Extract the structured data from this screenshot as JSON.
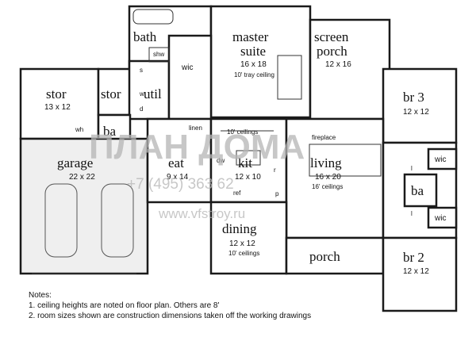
{
  "rooms": {
    "bath": {
      "name": "bath"
    },
    "master": {
      "name1": "master",
      "name2": "suite",
      "size": "16 x 18",
      "note": "10' tray ceiling"
    },
    "screen": {
      "name1": "screen",
      "name2": "porch",
      "size": "12 x 16"
    },
    "br3": {
      "name": "br 3",
      "size": "12 x 12"
    },
    "stor1": {
      "name": "stor",
      "size": "13 x 12"
    },
    "stor2": {
      "name": "stor"
    },
    "util": {
      "name": "util"
    },
    "wic1": {
      "name": "wic"
    },
    "shw": {
      "name": "shw"
    },
    "ba1": {
      "name": "ba"
    },
    "wh": {
      "name": "wh"
    },
    "s": {
      "name": "s"
    },
    "w": {
      "name": "w"
    },
    "d": {
      "name": "d"
    },
    "linen": {
      "name": "linen"
    },
    "ceil10": {
      "name": "10' ceilings"
    },
    "fireplace": {
      "name": "fireplace"
    },
    "garage": {
      "name": "garage",
      "size": "22 x 22"
    },
    "eat": {
      "name": "eat",
      "size": "9 x 14"
    },
    "kit": {
      "name": "kit",
      "size": "12 x 10"
    },
    "dw": {
      "name": "dw"
    },
    "r": {
      "name": "r"
    },
    "ref": {
      "name": "ref"
    },
    "p": {
      "name": "p"
    },
    "living": {
      "name": "living",
      "size": "16 x 20",
      "note": "16' ceilings"
    },
    "wic2": {
      "name": "wic"
    },
    "wic3": {
      "name": "wic"
    },
    "ba2": {
      "name": "ba"
    },
    "l1": {
      "name": "l"
    },
    "l2": {
      "name": "l"
    },
    "dining": {
      "name": "dining",
      "size": "12 x 12",
      "note": "10' ceilings"
    },
    "porch": {
      "name": "porch"
    },
    "br2": {
      "name": "br 2",
      "size": "12 x 12"
    }
  },
  "watermark": {
    "logo_text": "ПЛАН ДОМА",
    "phone": "+7 (495) 363 62",
    "url": "www.vfstroy.ru"
  },
  "notes": {
    "title": "Notes:",
    "line1": "1. ceiling heights are noted on floor plan.  Others are 8'",
    "line2": "2. room sizes shown are construction dimensions taken off the working drawings"
  }
}
